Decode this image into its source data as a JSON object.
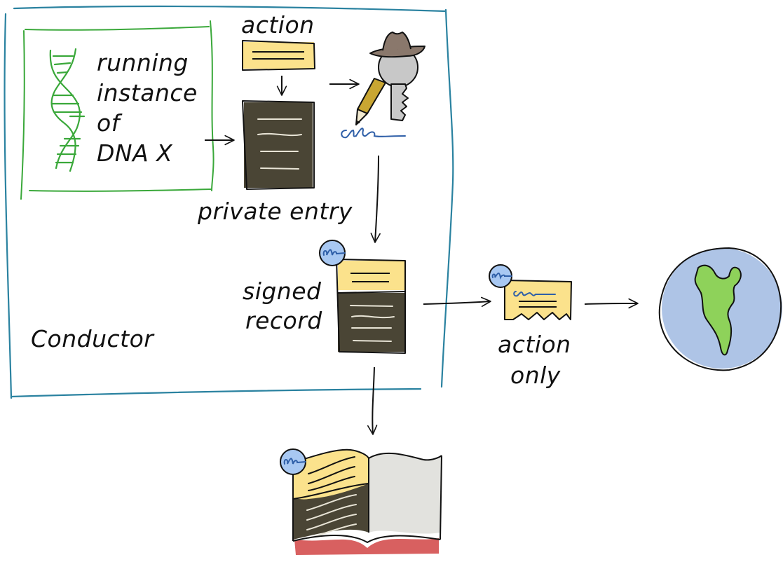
{
  "diagram": {
    "title": "Conductor signing flow",
    "colors": {
      "conductor_border": "#2a82a0",
      "dna_green": "#3aa83a",
      "action_yellow": "#fbe28c",
      "private_dark": "#4a4535",
      "paper_line_light": "#e8e4d6",
      "ink": "#111111",
      "signature_blue": "#2f5fa8",
      "seal_blue": "#a8c8f2",
      "hat_brown": "#8a786c",
      "key_grey": "#c8c8c8",
      "pencil_gold": "#c9a632",
      "globe_blue": "#aec4e6",
      "land_green": "#8ed25a",
      "book_red": "#d86060",
      "book_page_grey": "#e2e2de"
    },
    "labels": {
      "conductor": "Conductor",
      "dna_instance": [
        "running",
        "instance",
        "of",
        "DNA X"
      ],
      "action": "action",
      "private_entry": "private entry",
      "signed_record": [
        "signed",
        "record"
      ],
      "action_only": [
        "action",
        "only"
      ]
    },
    "nodes": [
      {
        "id": "dna-instance",
        "depicts": "dna-helix-icon"
      },
      {
        "id": "action",
        "depicts": "action-note-icon"
      },
      {
        "id": "private-entry",
        "depicts": "private-entry-document-icon"
      },
      {
        "id": "signer",
        "depicts": "agent-key-pencil-signature-icon"
      },
      {
        "id": "signed-record",
        "depicts": "signed-record-document-icon"
      },
      {
        "id": "action-only",
        "depicts": "signed-action-note-icon"
      },
      {
        "id": "network",
        "depicts": "globe-icon"
      },
      {
        "id": "source-chain",
        "depicts": "open-book-icon"
      }
    ],
    "edges": [
      {
        "from": "dna-instance",
        "to": "private-entry"
      },
      {
        "from": "action",
        "to": "private-entry"
      },
      {
        "from": "action",
        "to": "signer"
      },
      {
        "from": "signer",
        "to": "signed-record"
      },
      {
        "from": "signed-record",
        "to": "action-only"
      },
      {
        "from": "action-only",
        "to": "network"
      },
      {
        "from": "signed-record",
        "to": "source-chain"
      }
    ]
  }
}
